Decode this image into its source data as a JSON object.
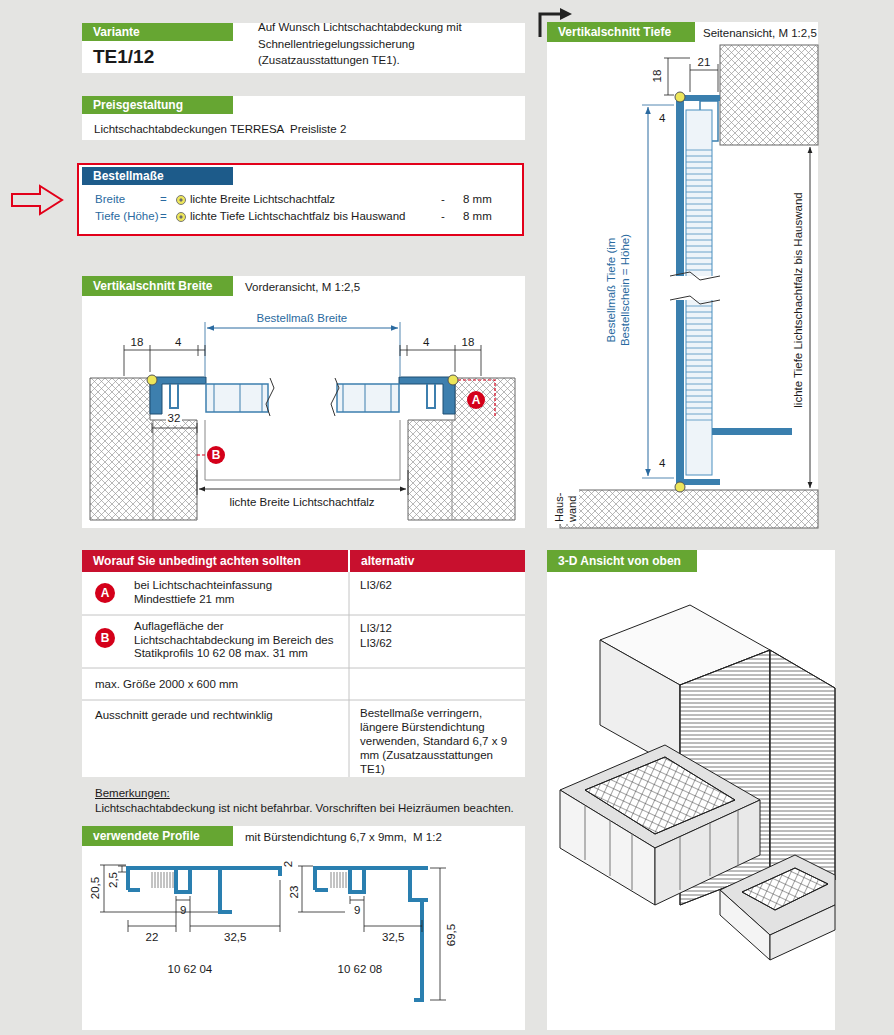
{
  "diagram": {
    "nodes": [
      {
        "text": [
          "Variante",
          "TE1/12"
        ]
      },
      {
        "text": [
          "Preisgestaltung",
          "Lichtschachtabdeckungen TERRESA  Preisliste 2"
        ]
      },
      {
        "text": [
          "Bestellmaße"
        ]
      },
      {
        "text": [
          "Vertikalschnitt Breite",
          "Vorderansicht, M 1:2,5"
        ]
      },
      {
        "text": [
          "A"
        ],
        "in": 3
      },
      {
        "text": [
          "B"
        ],
        "in": 3
      },
      {
        "text": [
          "Vertikalschnitt Tiefe",
          "Seitenansicht, M 1:2,5"
        ]
      },
      {
        "text": [
          "Worauf Sie unbedingt achten sollten",
          "alternativ"
        ]
      },
      {
        "text": [
          "A"
        ],
        "in": 7
      },
      {
        "text": [
          "B"
        ],
        "in": 7
      },
      {
        "text": [
          "3-D Ansicht von oben"
        ]
      },
      {
        "text": [
          "verwendete Profile",
          "mit Bürstendichtung 6,7 x 9mm,  M 1:2"
        ]
      }
    ],
    "labels": [
      "Auf Wunsch Lichtschachtabdeckung mit Schnellentriegelungssicherung (Zusatzausstattungen TE1).",
      "Breite",
      "=",
      "lichte Breite Lichtschachtfalz",
      "-",
      "8 mm",
      "Tiefe (Höhe)",
      "=",
      "lichte Tiefe Lichtschachtfalz bis Hauswand",
      "-",
      "8 mm",
      "Bestellmaß Breite",
      "18",
      "4",
      "4",
      "18",
      "32",
      "lichte Breite Lichtschachtfalz",
      "18",
      "21",
      "4",
      "Bestellmaß Tiefe (im Bestellschein = Höhe)",
      "lichte Tiefe Lichtschachtfalz bis Hauswand",
      "4",
      "Haus- wand",
      "bei Lichtschachteinfassung Mindesttiefe 21 mm",
      "LI3/62",
      "Auflagefläche der Lichtschachtabdeckung im Bereich des Statikprofils 10 62 08 max. 31 mm",
      "LI3/12",
      "LI3/62",
      "max. Größe 2000 x 600 mm",
      "Ausschnitt gerade und rechtwinklig",
      "Bestellmaße verringern, längere Bürstendichtung verwenden, Standard 6,7 x 9 mm (Zusatzausstattungen TE1)",
      "Bemerkungen:",
      "Lichtschachtabdeckung ist nicht befahrbar. Vorschriften bei Heizräumen beachten.",
      "20,5",
      "2,5",
      "2",
      "22",
      "9",
      "32,5",
      "10 62 04",
      "23",
      "9",
      "32,5",
      "69,5",
      "10 62 08"
    ]
  }
}
